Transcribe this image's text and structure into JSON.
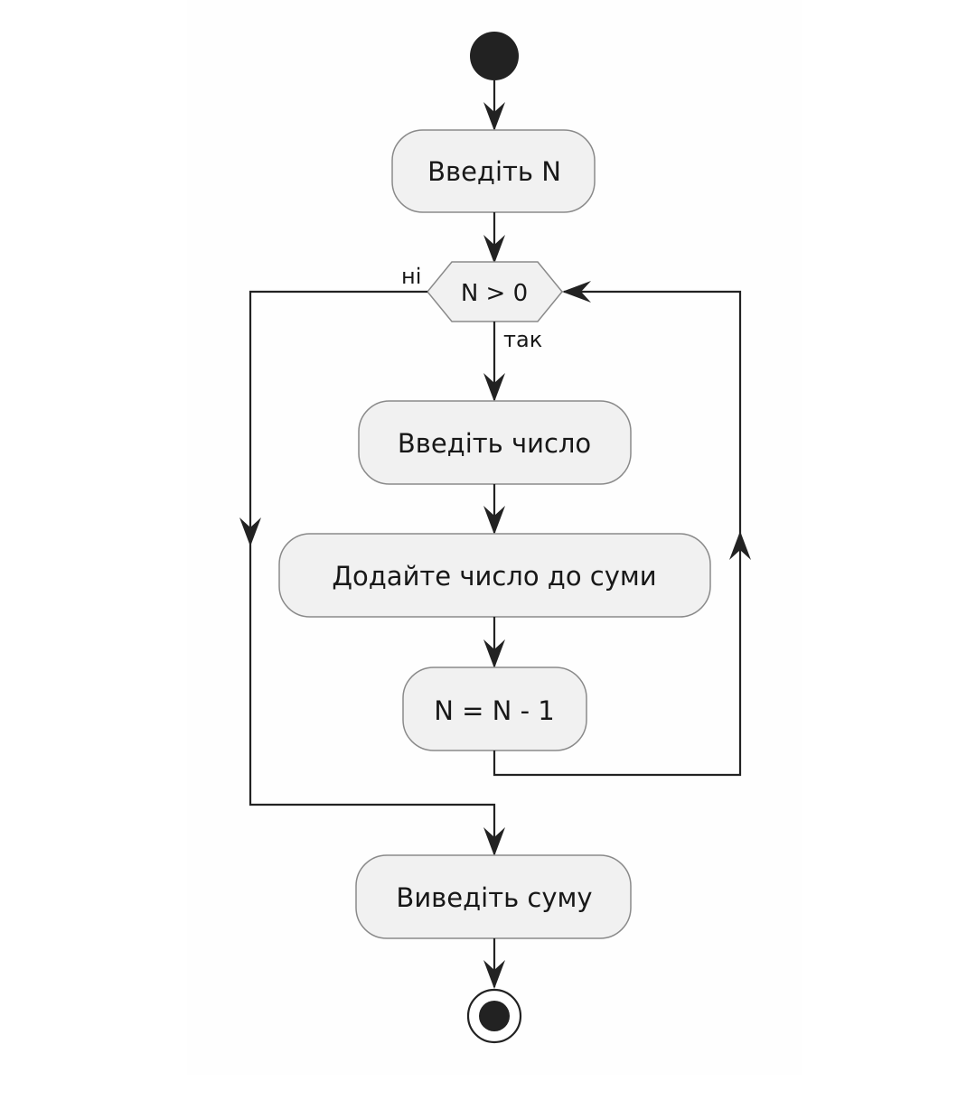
{
  "diagram": {
    "type": "activity",
    "colors": {
      "node_fill": "#f1f1f1",
      "node_stroke": "#8a8a8a",
      "edge": "#222222",
      "start_end": "#222222",
      "background": "#ffffff"
    },
    "start": {
      "name": "start"
    },
    "end": {
      "name": "end"
    },
    "nodes": [
      {
        "id": "input_n",
        "label": "Введіть N"
      },
      {
        "id": "input_number",
        "label": "Введіть число"
      },
      {
        "id": "add_to_sum",
        "label": "Додайте число до суми"
      },
      {
        "id": "decrement",
        "label": "N = N - 1"
      },
      {
        "id": "output_sum",
        "label": "Виведіть суму"
      }
    ],
    "decision": {
      "id": "cond",
      "label": "N > 0",
      "yes_label": "так",
      "no_label": "ні"
    },
    "edges": [
      {
        "from": "start",
        "to": "input_n"
      },
      {
        "from": "input_n",
        "to": "cond"
      },
      {
        "from": "cond",
        "to": "input_number",
        "label": "так"
      },
      {
        "from": "input_number",
        "to": "add_to_sum"
      },
      {
        "from": "add_to_sum",
        "to": "decrement"
      },
      {
        "from": "decrement",
        "to": "cond",
        "kind": "loop-back"
      },
      {
        "from": "cond",
        "to": "output_sum",
        "label": "ні"
      },
      {
        "from": "output_sum",
        "to": "end"
      }
    ]
  }
}
